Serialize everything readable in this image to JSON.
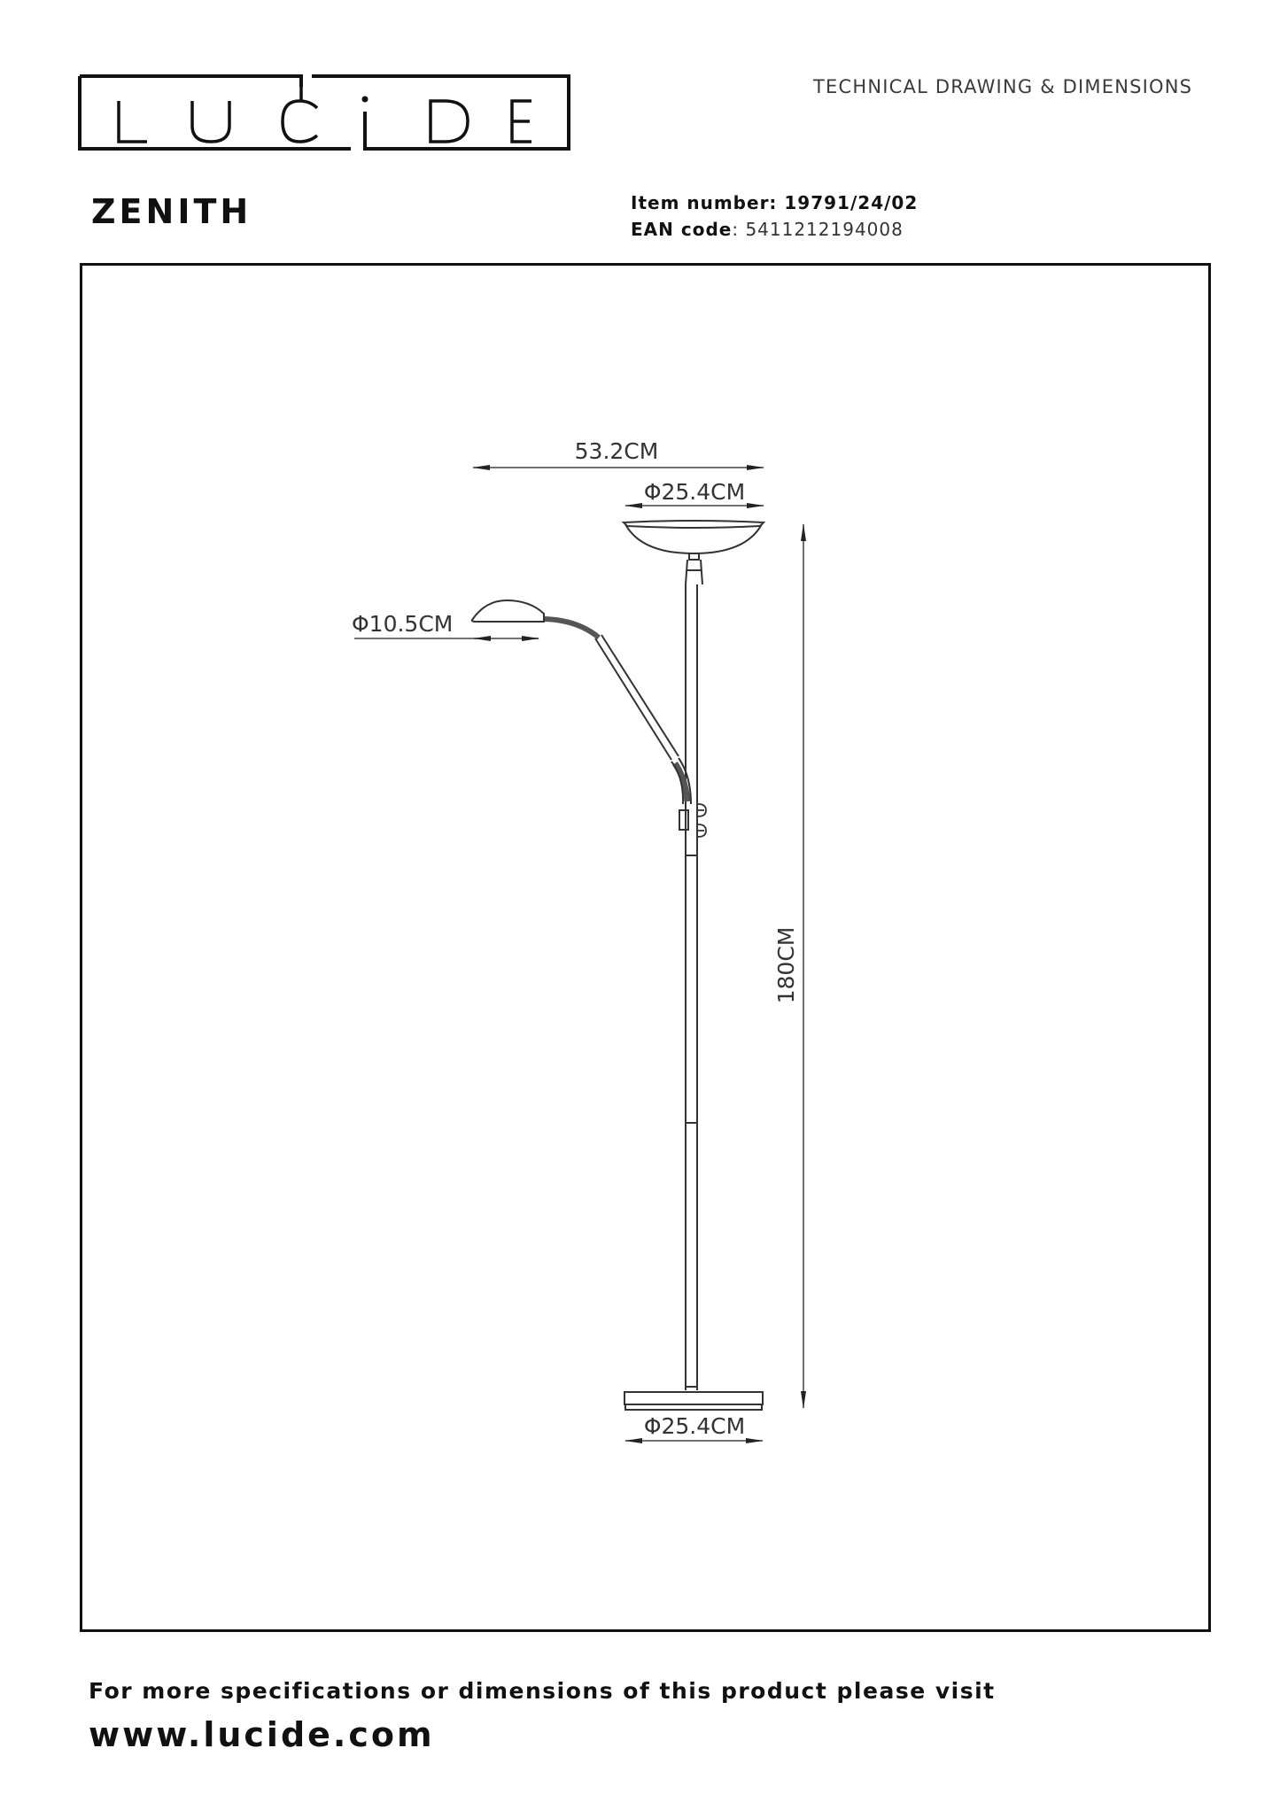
{
  "header": {
    "logo_letters": [
      "L",
      "U",
      "C",
      "i",
      "D",
      "E"
    ],
    "brand": "LUCIDE",
    "doc_heading": "TECHNICAL DRAWING & DIMENSIONS"
  },
  "product": {
    "name": "ZENITH",
    "item_number_label": "Item number: ",
    "item_number": "19791/24/02",
    "ean_label": "EAN code",
    "ean_separator": ": ",
    "ean_code": "5411212194008"
  },
  "drawing": {
    "subject": "floor lamp with reading arm",
    "dimensions": {
      "total_width": "53.2CM",
      "top_shade_diameter": "Φ25.4CM",
      "reading_shade_diameter": "Φ10.5CM",
      "height": "180CM",
      "base_diameter": "Φ25.4CM"
    },
    "line_color": "#333333",
    "frame_color": "#111111"
  },
  "footer": {
    "note": "For more specifications or dimensions of this product please visit",
    "link": "www.lucide.com"
  }
}
